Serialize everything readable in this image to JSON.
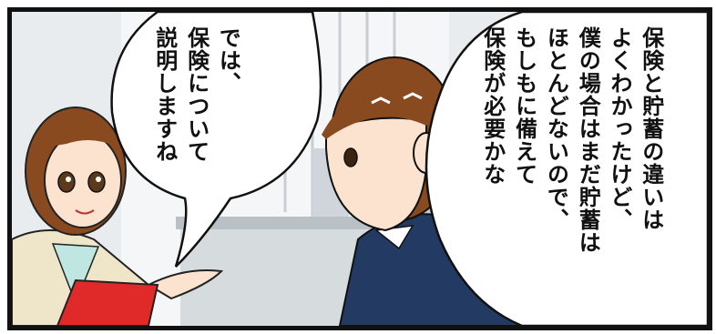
{
  "panel": {
    "left_balloon_lines": [
      "では、",
      "保険について",
      "説明しますね"
    ],
    "right_balloon_lines": [
      "保険と貯蓄の違いは",
      "よくわかったけど、",
      "僕の場合はまだ貯蓄は",
      "ほとんどないので、",
      "もしもに備えて",
      "保険が必要かな"
    ]
  }
}
